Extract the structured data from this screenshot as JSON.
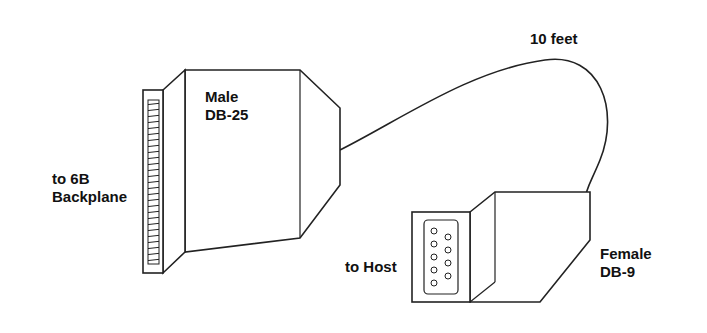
{
  "diagram": {
    "labels": [
      "10 feet",
      "Male DB-25",
      "to 6B Backplane",
      "to Host",
      "Female DB-9"
    ]
  }
}
